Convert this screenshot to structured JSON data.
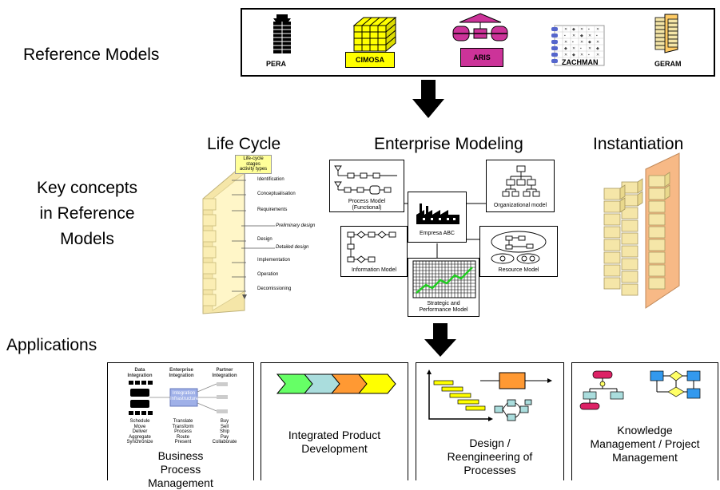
{
  "reference_models": {
    "label": "Reference Models",
    "models": [
      {
        "name": "PERA",
        "icon": "pera-tower-icon"
      },
      {
        "name": "CIMOSA",
        "icon": "cimosa-cube-icon",
        "color": "#ffff00"
      },
      {
        "name": "ARIS",
        "icon": "aris-house-icon",
        "color": "#cc3399"
      },
      {
        "name": "ZACHMAN",
        "icon": "zachman-grid-icon"
      },
      {
        "name": "GERAM",
        "icon": "geram-columns-icon"
      }
    ]
  },
  "key_concepts": {
    "label_line1": "Key concepts",
    "label_line2": "in Reference",
    "label_line3": "Models",
    "life_cycle": {
      "title": "Life Cycle",
      "callout_line1": "Life-cycle stages",
      "callout_line2": "activity types",
      "stages": [
        "Identification",
        "Conceptualisation",
        "Requirements",
        "Preliminary design",
        "Design",
        "Detailed design",
        "Implementation",
        "Operation",
        "Decomissioning"
      ]
    },
    "enterprise_modeling": {
      "title": "Enterprise Modeling",
      "center": "Empresa ABC",
      "process_line1": "Process Model",
      "process_line2": "(Functional)",
      "organizational": "Organizational model",
      "information": "Information Model",
      "resource": "Resource Model",
      "strategic_line1": "Strategic and",
      "strategic_line2": "Performance Model"
    },
    "instantiation": {
      "title": "Instantiation"
    }
  },
  "applications": {
    "label": "Applications",
    "bpm": {
      "col1_line1": "Data",
      "col1_line2": "Integration",
      "col2_line1": "Enterprise",
      "col2_line2": "Integration",
      "col3_line1": "Partner",
      "col3_line2": "Integration",
      "hub_line1": "Integration",
      "hub_line2": "Infrastructure",
      "list1": [
        "Schedule",
        "Move",
        "Deliver",
        "Aggregate",
        "Synchronize"
      ],
      "list2": [
        "Translate",
        "Transform",
        "Process",
        "Route",
        "Present"
      ],
      "list3": [
        "Buy",
        "Sell",
        "Ship",
        "Pay",
        "Collaborate"
      ],
      "label_line1": "Business",
      "label_line2": "Process",
      "label_line3": "Management"
    },
    "ipd": {
      "label_line1": "Integrated Product",
      "label_line2": "Development",
      "colors": [
        "#66ff66",
        "#aadddd",
        "#ff9933",
        "#ffff00"
      ]
    },
    "design": {
      "label_line1": "Design /",
      "label_line2": "Reengineering of",
      "label_line3": "Processes"
    },
    "km": {
      "label_line1": "Knowledge",
      "label_line2": "Management / Project",
      "label_line3": "Management"
    }
  }
}
